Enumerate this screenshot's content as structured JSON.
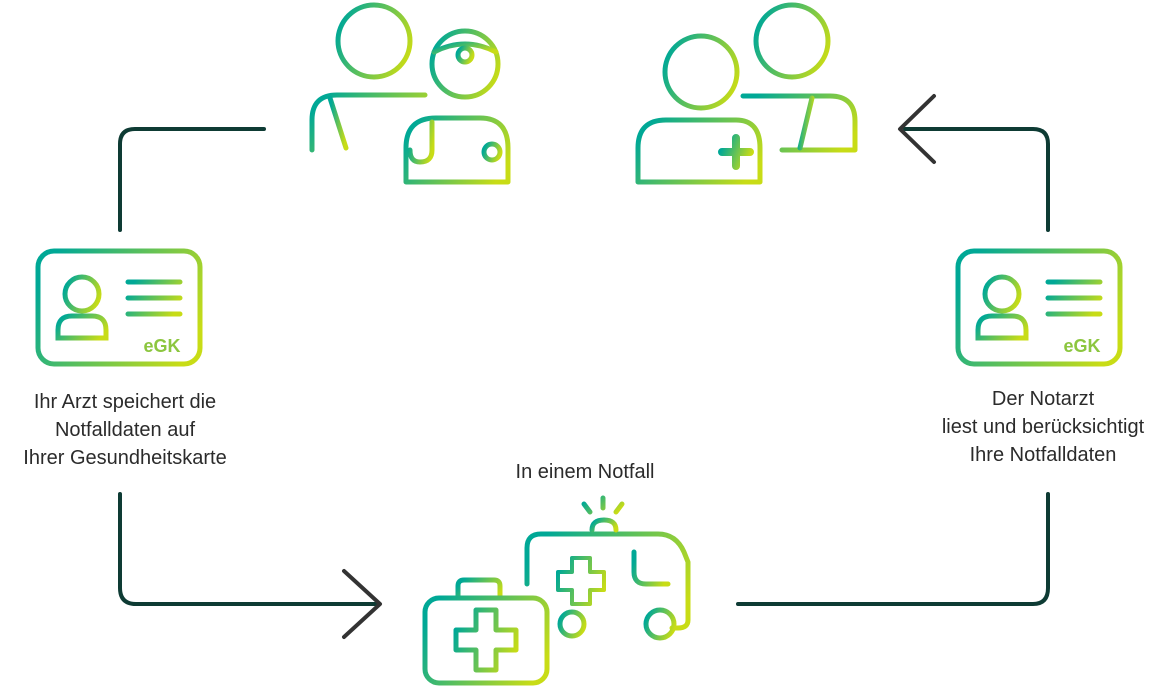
{
  "card_left": {
    "label": "eGK"
  },
  "card_right": {
    "label": "eGK"
  },
  "caption_left": {
    "lines": [
      "Ihr Arzt speichert die",
      "Notfalldaten auf",
      "Ihrer Gesundheitskarte"
    ]
  },
  "caption_right": {
    "lines": [
      "Der Notarzt",
      "liest und berücksichtigt",
      "Ihre Notfalldaten"
    ]
  },
  "caption_bottom": {
    "text": "In einem Notfall"
  },
  "colors": {
    "gradient_start": "#00a896",
    "gradient_end": "#c8dc16",
    "connector": "#0e3b34",
    "arrowhead": "#333333",
    "text": "#2b2b2b"
  }
}
